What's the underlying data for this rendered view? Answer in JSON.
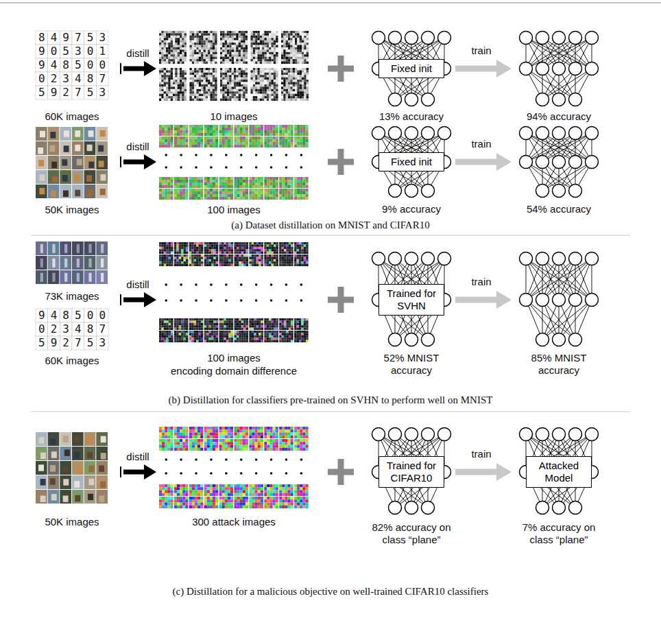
{
  "diagram": {
    "caption": "(a) Dataset distillation on MNIST and CIFAR10",
    "nodes": [
      {
        "text": [
          "Fixed init"
        ]
      },
      {
        "text": [
          "Fixed init"
        ]
      },
      {
        "text": [
          "Trained for SVHN"
        ]
      },
      {
        "text": [
          "Trained for CIFAR10"
        ]
      },
      {
        "text": [
          "Attacked Model"
        ]
      }
    ],
    "labels": [
      "849753",
      "905301",
      "948500",
      "023487",
      "592753",
      "60K images",
      "distill",
      "10 images",
      "13% accuracy",
      "train",
      "94% accuracy",
      "50K images",
      "distill",
      "100 images",
      "9% accuracy",
      "train",
      "54% accuracy",
      "73K images",
      "948500",
      "023487",
      "592753",
      "60K images",
      "distill",
      "100 images",
      "encoding domain difference",
      "52% MNIST accuracy",
      "train",
      "85% MNIST accuracy",
      "(b) Distillation for classifiers pre-trained on SVHN to perform well on MNIST",
      "50K images",
      "distill",
      "300 attack images",
      "82% accuracy on class “plane”",
      "train",
      "7% accuracy on class “plane”",
      "(c) Distillation for a malicious objective on well-trained CIFAR10 classifiers"
    ]
  }
}
